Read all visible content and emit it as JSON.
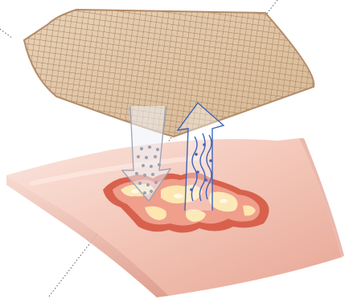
{
  "diagram": {
    "elements": [
      "dressing-pad",
      "skin-surface",
      "wound-bed",
      "exudate-absorption-arrow",
      "moisture-release-arrow",
      "dotted-axis-line"
    ],
    "colors": {
      "dressing_fill": "#dcc2a4",
      "dressing_mesh": "#a27e5d",
      "dressing_edge": "#b38c69",
      "skin_light": "#fbe3dc",
      "skin_mid": "#f3c3b4",
      "skin_dark": "#de9786",
      "wound_red": "#d8614d",
      "wound_pink": "#f0a18f",
      "wound_yellow": "#fbe9b8",
      "absorb_arrow": "#9aa0b3",
      "release_arrow": "#3f63b8",
      "axis_line": "#555555"
    }
  }
}
